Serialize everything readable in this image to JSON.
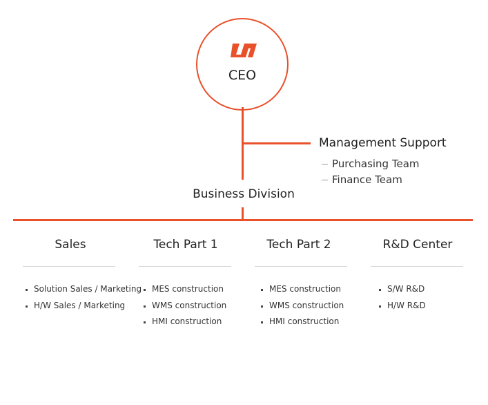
{
  "ceo": {
    "label": "CEO",
    "logo_icon": "company-logo",
    "accent_color": "#e8512a"
  },
  "management_support": {
    "title": "Management Support",
    "teams": [
      "Purchasing Team",
      "Finance Team"
    ]
  },
  "business_division": {
    "label": "Business Division"
  },
  "columns": [
    {
      "title": "Sales",
      "items": [
        "Solution Sales / Marketing",
        "H/W Sales / Marketing"
      ]
    },
    {
      "title": "Tech Part 1",
      "items": [
        "MES  construction",
        "WMS construction",
        "HMI construction"
      ]
    },
    {
      "title": "Tech Part 2",
      "items": [
        "MES  construction",
        "WMS construction",
        "HMI construction"
      ]
    },
    {
      "title": "R&D Center",
      "items": [
        "S/W R&D",
        "H/W R&D"
      ]
    }
  ]
}
